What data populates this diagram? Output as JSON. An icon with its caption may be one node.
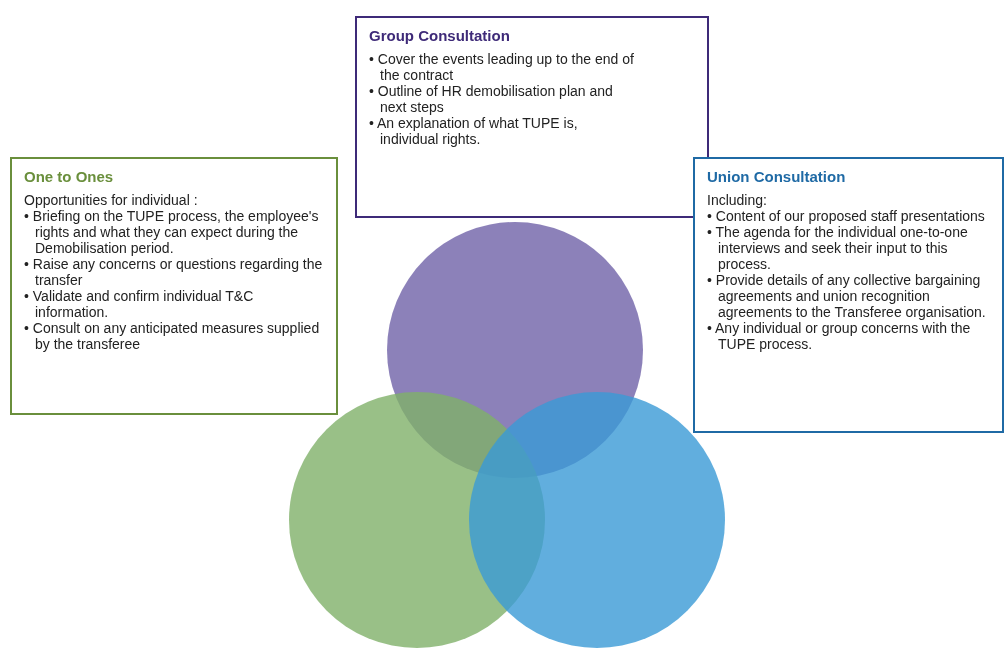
{
  "diagram": {
    "nodes": [
      {
        "text": [
          "Group Consultation",
          "• Cover the events leading up to the end of the contract",
          "• Outline of HR demobilisation plan and next steps",
          "• An explanation of what TUPE is, individual rights."
        ]
      },
      {
        "text": [
          "One to Ones",
          "Opportunities for individual :",
          "• Briefing on the TUPE process, the employee's rights and what they can expect during the Demobilisation period.",
          "• Raise any concerns or questions regarding the transfer",
          "• Validate and confirm individual T&C information.",
          "• Consult on any anticipated measures supplied by the transferee"
        ]
      },
      {
        "text": [
          "Union Consultation",
          "Including:",
          "• Content of our proposed staff presentations",
          "• The agenda for the individual one-to-one interviews and seek their input to this process.",
          "• Provide details of any collective bargaining agreements and union recognition agreements to the Transferee organisation.",
          "• Any individual or group concerns with the TUPE process."
        ]
      },
      {
        "text": [],
        "shape": "circle"
      },
      {
        "text": [],
        "shape": "circle"
      },
      {
        "text": [],
        "shape": "circle"
      }
    ]
  }
}
